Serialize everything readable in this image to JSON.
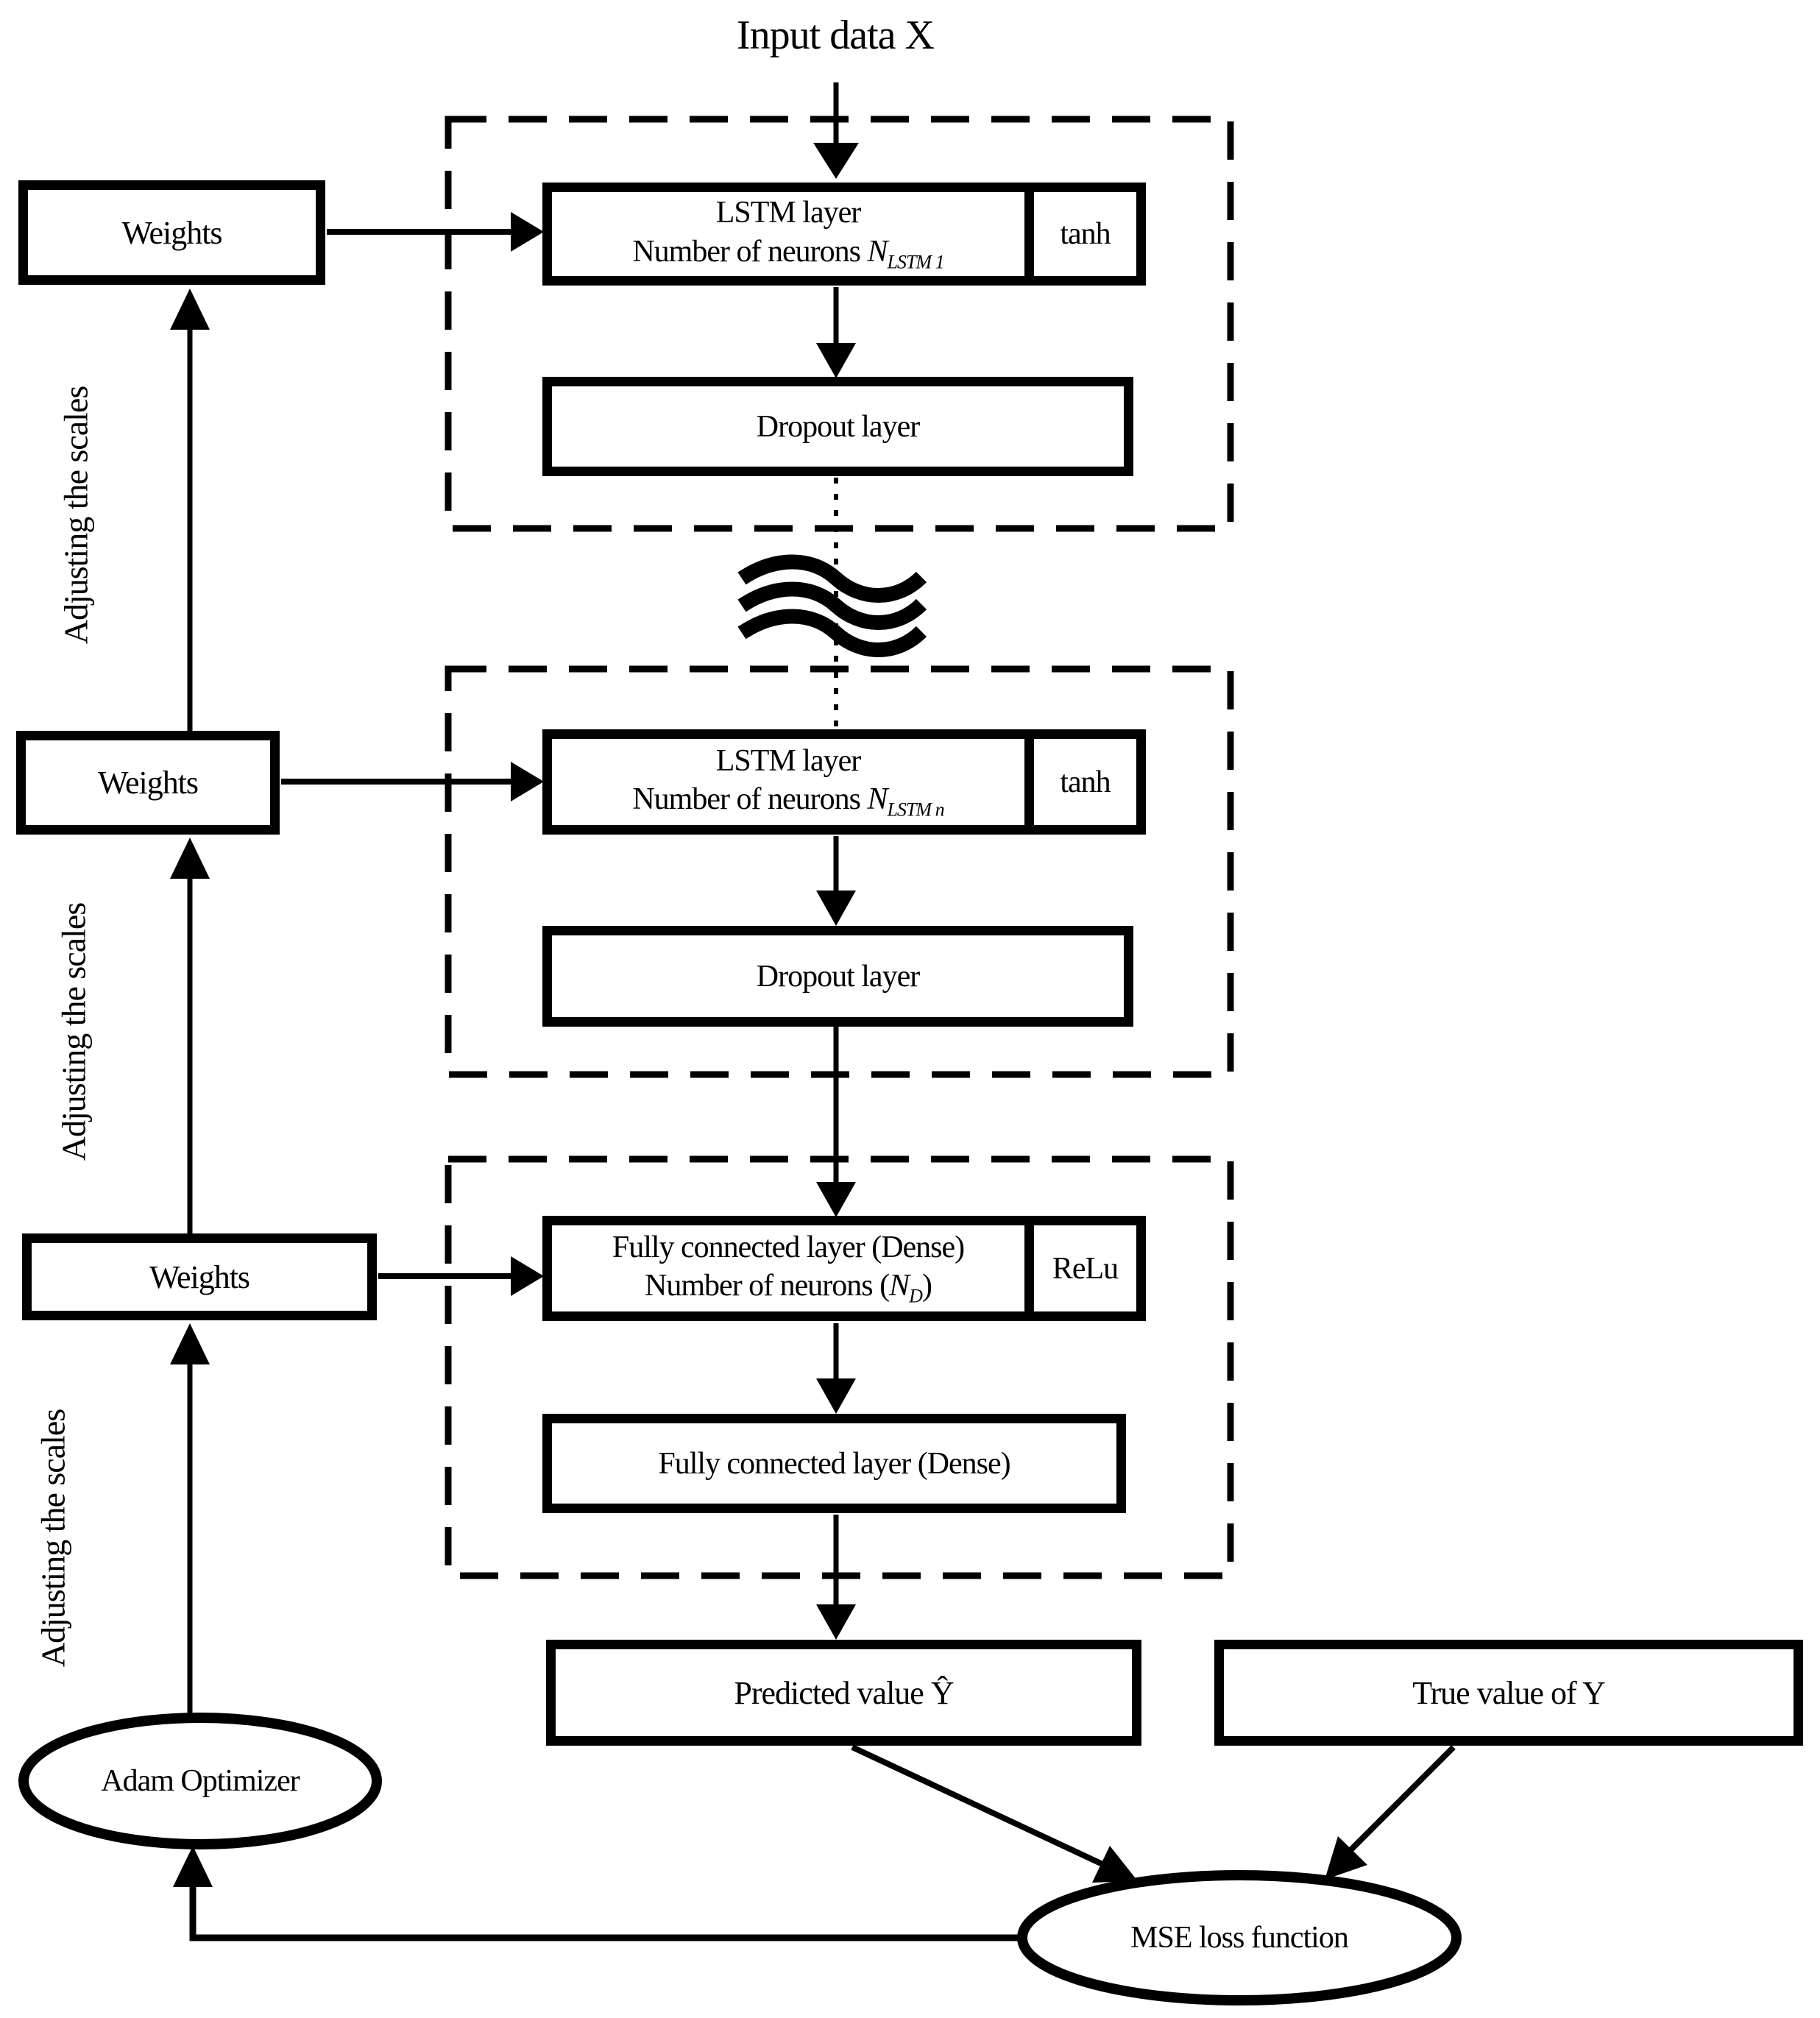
{
  "title": "Input data X",
  "weights": {
    "w1": "Weights",
    "w2": "Weights",
    "w3": "Weights"
  },
  "adjusting": {
    "a1": "Adjusting the scales",
    "a2": "Adjusting the scales",
    "a3": "Adjusting the scales"
  },
  "lstm1": {
    "line1": "LSTM layer",
    "line2": "Number of neurons ",
    "symbol": "N",
    "subscript": "LSTM 1",
    "activation": "tanh"
  },
  "dropout1": {
    "label": "Dropout layer"
  },
  "lstmn": {
    "line1": "LSTM layer",
    "line2": "Number of neurons ",
    "symbol": "N",
    "subscript": "LSTM n",
    "activation": "tanh"
  },
  "dropout2": {
    "label": "Dropout layer"
  },
  "dense1": {
    "line1": "Fully connected layer (Dense)",
    "line2_prefix": "Number of neurons (",
    "symbol": "N",
    "subscript": "D",
    "line2_suffix": ")",
    "activation": "ReLu"
  },
  "dense2": {
    "label": "Fully connected layer (Dense)"
  },
  "predicted": {
    "label": "Predicted value Ŷ"
  },
  "true_value": {
    "label": "True value of Y"
  },
  "optimizer": {
    "label": "Adam Optimizer"
  },
  "loss": {
    "label": "MSE loss function"
  },
  "colors": {
    "ink": "#000000",
    "paper": "#ffffff"
  }
}
